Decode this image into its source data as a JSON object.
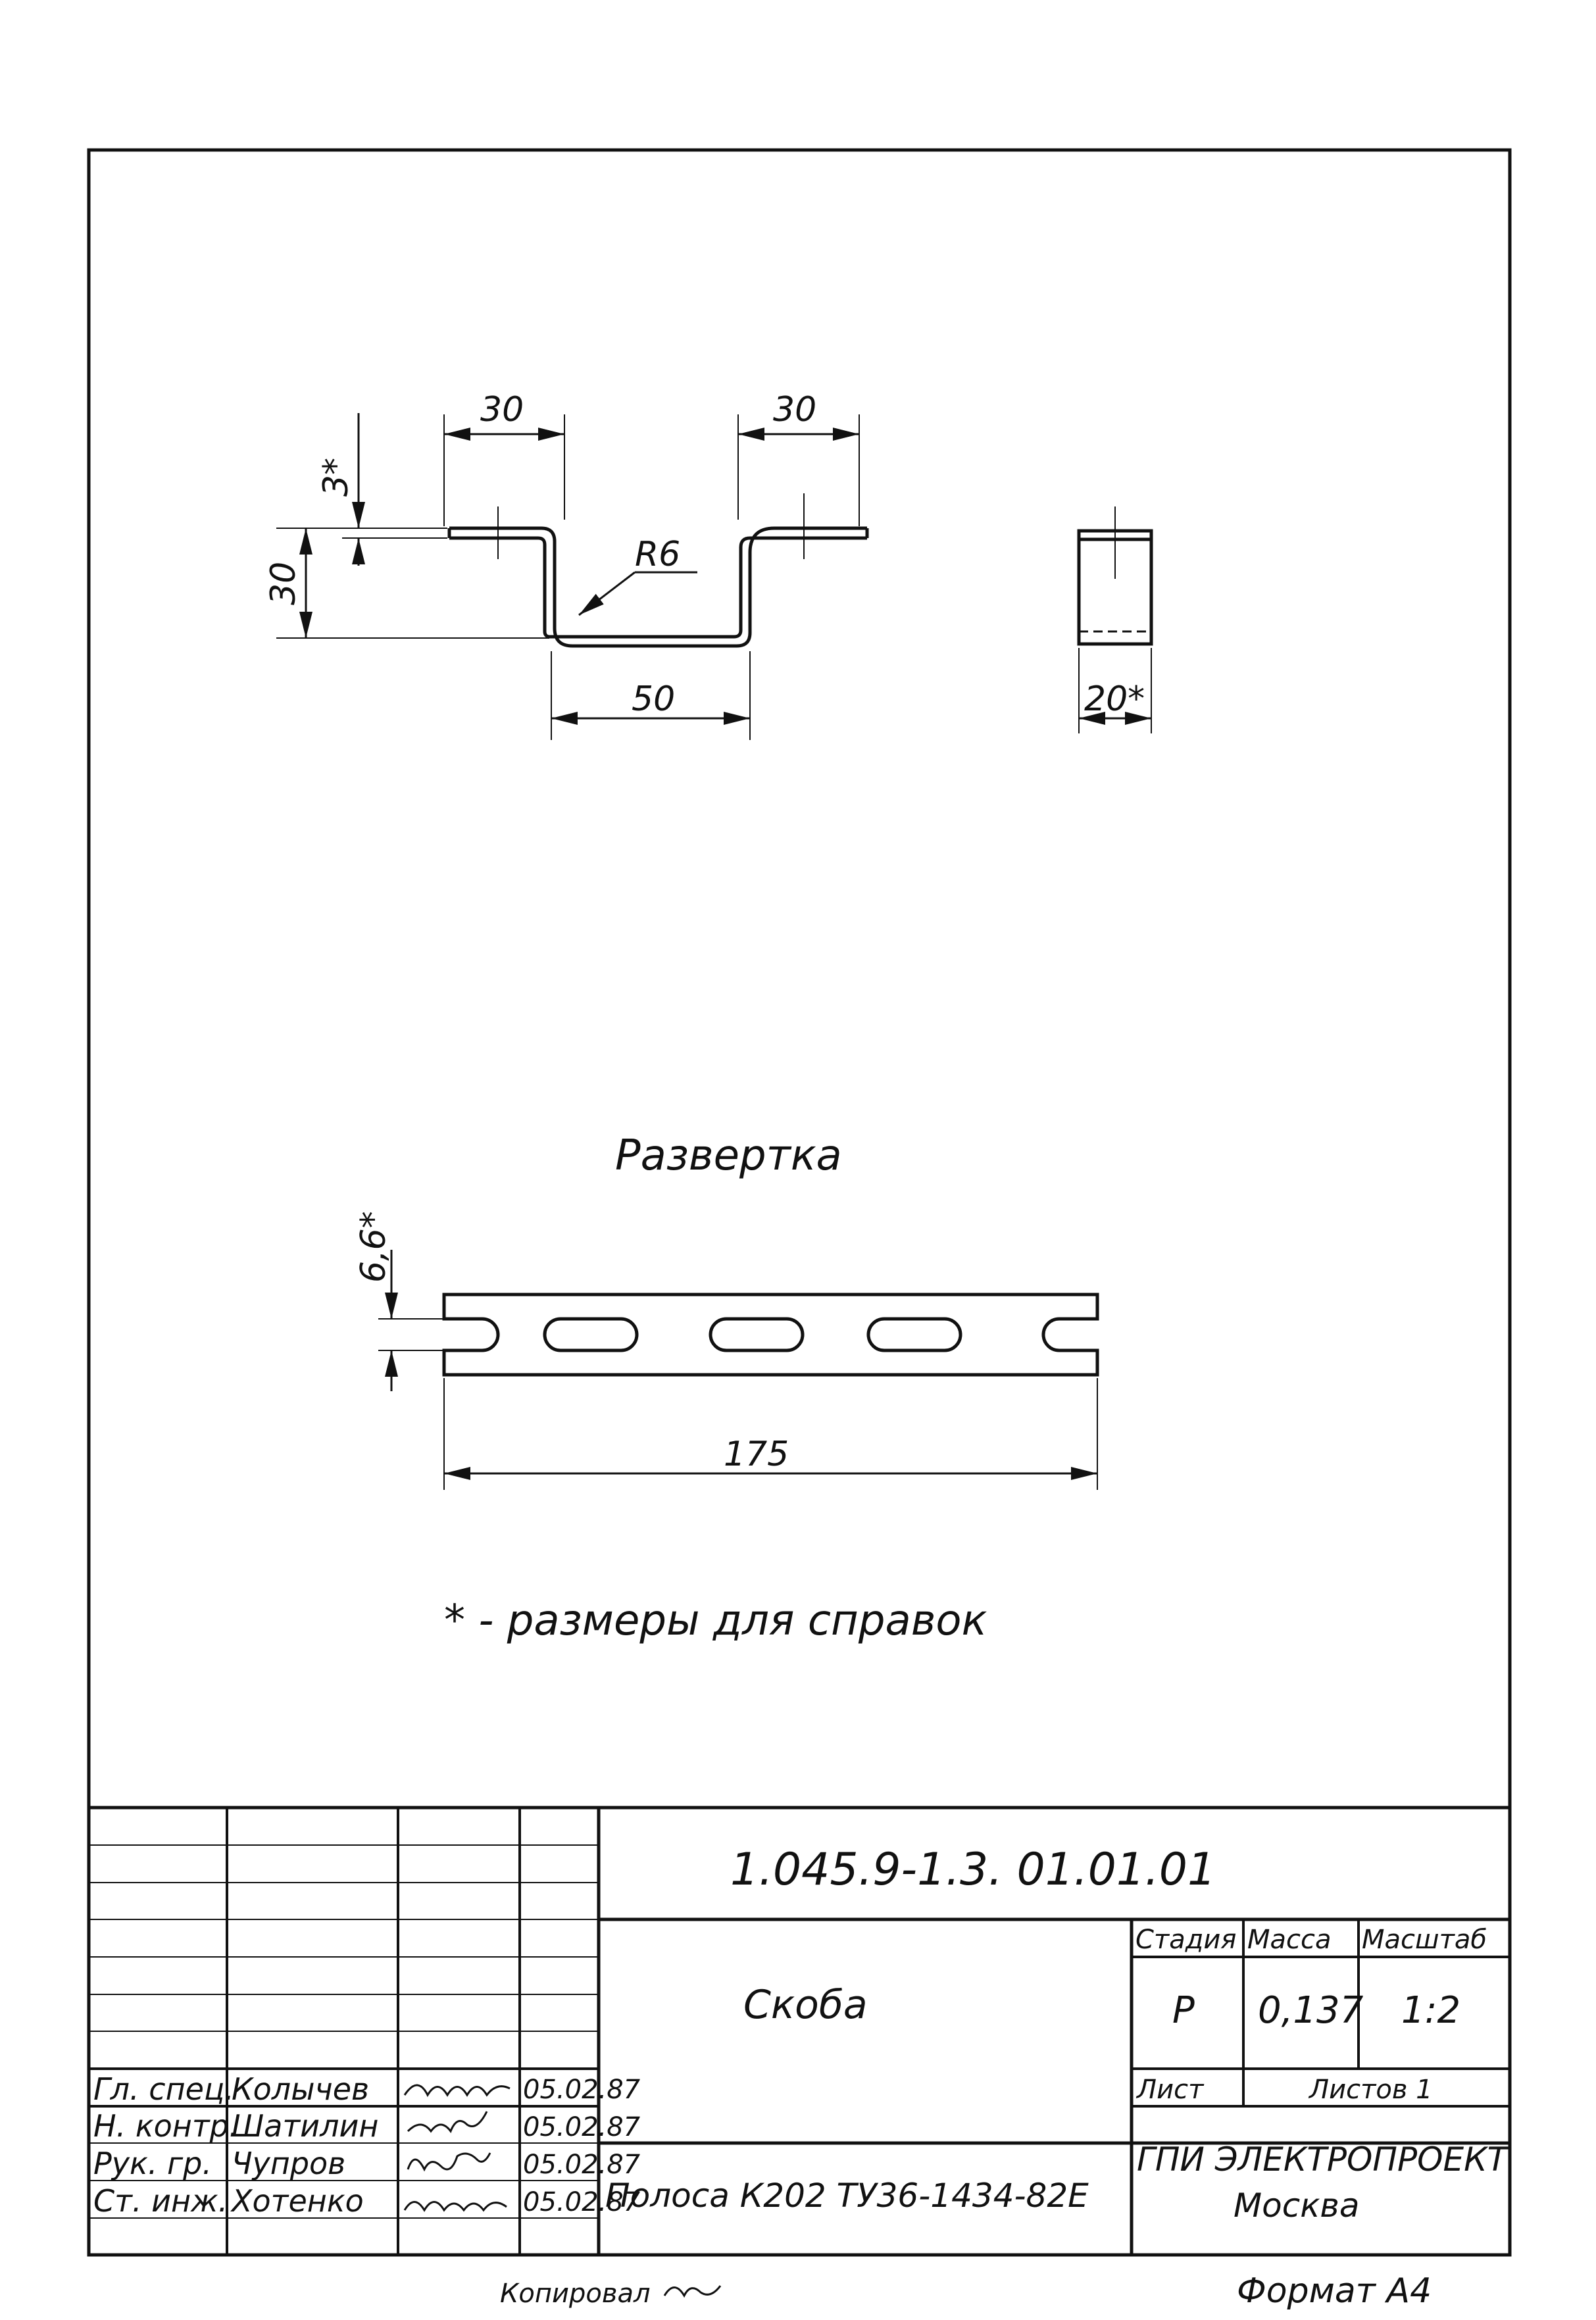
{
  "drawing": {
    "dimensions": {
      "top_left_flange": "30",
      "top_right_flange": "30",
      "thickness_ref": "3*",
      "height": "30",
      "bend_radius": "R6",
      "bottom_width": "50",
      "side_width": "20*",
      "flat_slot_width": "6,6*",
      "flat_length": "175"
    },
    "flat_pattern_label": "Развертка",
    "reference_note": "* - размеры для справок"
  },
  "title_block": {
    "designation": "1.045.9-1.3. 01.01.01",
    "part_name": "Скоба",
    "material": "Полоса К202 ТУ36-1434-82Е",
    "organization_line1": "ГПИ ЭЛЕКТРОПРОЕКТ",
    "organization_line2": "Москва",
    "headers": {
      "stage": "Стадия",
      "mass": "Масса",
      "scale": "Масштаб",
      "sheet": "Лист",
      "sheets": "Листов 1"
    },
    "values": {
      "stage": "Р",
      "mass": "0,137",
      "scale": "1:2"
    },
    "signatures": [
      {
        "role": "Гл. спец.",
        "name": "Колычев",
        "date": "05.02.87"
      },
      {
        "role": "Н. контр.",
        "name": "Шатилин",
        "date": "05.02.87"
      },
      {
        "role": "Рук. гр.",
        "name": "Чупров",
        "date": "05.02.87"
      },
      {
        "role": "Ст. инж.",
        "name": "Хотенко",
        "date": "05.02.87"
      }
    ],
    "copied_by": "Копировал",
    "format": "Формат А4"
  }
}
